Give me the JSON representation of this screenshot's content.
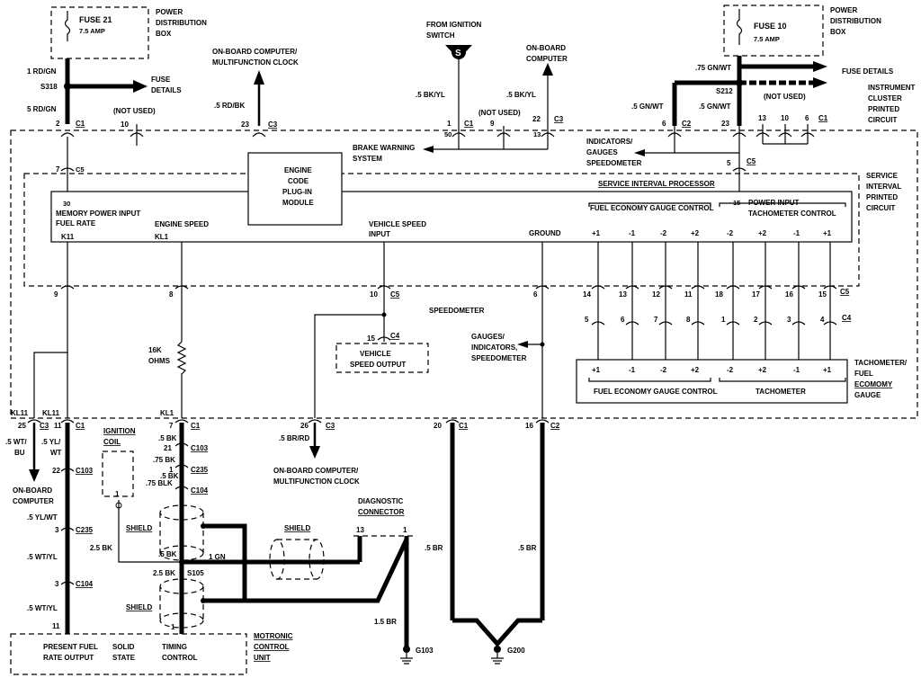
{
  "fuse21": {
    "label": "FUSE 21",
    "amp": "7.5 AMP"
  },
  "fuse10": {
    "label": "FUSE 10",
    "amp": "7.5 AMP"
  },
  "pdb_left": [
    "POWER",
    "DISTRIBUTION",
    "BOX"
  ],
  "pdb_right": [
    "POWER",
    "DISTRIBUTION",
    "BOX"
  ],
  "ignition": [
    "FROM IGNITION",
    "SWITCH"
  ],
  "ignition_symbol": "S",
  "obc_top_left": [
    "ON-BOARD COMPUTER/",
    "MULTIFUNCTION CLOCK"
  ],
  "obc_top_mid": [
    "ON-BOARD",
    "COMPUTER"
  ],
  "fuse_details": [
    "FUSE",
    "DETAILS"
  ],
  "fuse_details_right": "FUSE DETAILS",
  "wires": {
    "w1": "1 RD/GN",
    "s318": "S318",
    "w5": "5 RD/GN",
    "w_rdbk": ".5 RD/BK",
    "w_bkyl1": ".5 BK/YL",
    "w_bkyl2": ".5 BK/YL",
    "w_gnwt75": ".75 GN/WT",
    "s212": "S212",
    "w_gnwt5a": ".5 GN/WT",
    "w_gnwt5b": ".5 GN/WT",
    "w_brrd": ".5 BR/RD",
    "w_wtbu": ".5 WT/",
    "w_bu": "BU",
    "w_ylwt": ".5 YL/",
    "w_wt": "WT",
    "w_ylwt2": ".5 YL/WT",
    "w_25bk": "2.5 BK",
    "w_wtyl1": ".5 WT/YL",
    "w_wtyl2": ".5 WT/YL",
    "w_5bk1": ".5 BK",
    "w_75bk": ".75 BK",
    "w_5bk2": ".5 BK",
    "w_75blk": ".75 BLK",
    "w_5bk3": ".5 BK",
    "w_1gn": "1 GN",
    "w_25bk2": "2.5 BK",
    "s105": "S105",
    "w_15br": "1.5 BR",
    "w_5br1": ".5 BR",
    "w_5br2": ".5 BR"
  },
  "not_used": "(NOT USED)",
  "connectors": {
    "c1": "C1",
    "c2": "C2",
    "c3": "C3",
    "c4": "C4",
    "c5": "C5",
    "c103": "C103",
    "c104": "C104",
    "c235": "C235"
  },
  "pins": {
    "p2": "2",
    "p10": "10",
    "p23": "23",
    "p1": "1",
    "p9": "9",
    "p22": "22",
    "p50": "50",
    "p13": "13",
    "p6": "6",
    "p23b": "23",
    "p13b": "13",
    "p10b": "10",
    "p6b": "6",
    "p7": "7",
    "p5": "5",
    "p30": "30",
    "p15": "15",
    "p9b": "9",
    "p8": "8",
    "p10c": "10",
    "p6c": "6",
    "p14": "14",
    "p13c": "13",
    "p12": "12",
    "p11": "11",
    "p18": "18",
    "p17": "17",
    "p16": "16",
    "p15b": "15",
    "p5b": "5",
    "p6d": "6",
    "p7b": "7",
    "p8b": "8",
    "p1b": "1",
    "p2b": "2",
    "p3": "3",
    "p4": "4",
    "p15c": "15",
    "p25": "25",
    "p11b": "11",
    "p7c": "7",
    "p26": "26",
    "p20": "20",
    "p16b": "16",
    "p22b": "22",
    "p21": "21",
    "p1c": "1",
    "p3b": "3",
    "p3c": "3",
    "p11c": "11",
    "p1d": "1",
    "p13d": "13",
    "p1e": "1",
    "p1f": "1"
  },
  "brake": [
    "BRAKE WARNING",
    "SYSTEM"
  ],
  "indicators": [
    "INDICATORS/",
    "GAUGES",
    "SPEEDOMETER"
  ],
  "instrument_cluster": [
    "INSTRUMENT",
    "CLUSTER",
    "PRINTED",
    "CIRCUIT"
  ],
  "service_interval": [
    "SERVICE",
    "INTERVAL",
    "PRINTED",
    "CIRCUIT"
  ],
  "engine_code": [
    "ENGINE",
    "CODE",
    "PLUG-IN",
    "MODULE"
  ],
  "sip_title": "SERVICE INTERVAL PROCESSOR",
  "sip_inputs": {
    "mem": "MEMORY POWER INPUT",
    "fuel_rate": "FUEL RATE",
    "k11": "K11",
    "engine_speed": "ENGINE SPEED",
    "kl1": "KL1",
    "vss": [
      "VEHICLE SPEED",
      "INPUT"
    ],
    "ground": "GROUND",
    "fegc": "FUEL ECONOMY GAUGE CONTROL",
    "power_input": "POWER INPUT",
    "tach_control": "TACHOMETER CONTROL"
  },
  "sip_terms": [
    "+1",
    "-1",
    "-2",
    "+2",
    "-2",
    "+2",
    "-1",
    "+1"
  ],
  "speedometer": "SPEEDOMETER",
  "vso": [
    "VEHICLE",
    "SPEED OUTPUT"
  ],
  "gauges": [
    "GAUGES/",
    "INDICATORS,",
    "SPEEDOMETER"
  ],
  "tach_gauge_terms": [
    "+1",
    "-1",
    "-2",
    "+2",
    "-2",
    "+2",
    "-1",
    "+1"
  ],
  "tach_gauge_fegc": "FUEL ECONOMY GAUGE CONTROL",
  "tach_gauge_tach": "TACHOMETER",
  "tach_side": [
    "TACHOMETER/",
    "FUEL",
    "ECOMOMY",
    "GAUGE"
  ],
  "kl11a": "KL11",
  "kl11b": "KL11",
  "kl1": "KL1",
  "obc_bottom_left": [
    "ON-BOARD",
    "COMPUTER"
  ],
  "obc_bottom_mid": [
    "ON-BOARD COMPUTER/",
    "MULTIFUNCTION CLOCK"
  ],
  "ohms": [
    "16K",
    "OHMS"
  ],
  "ignition_coil": [
    "IGNITION",
    "COIL"
  ],
  "shield": "SHIELD",
  "diag": [
    "DIAGNOSTIC",
    "CONNECTOR"
  ],
  "g103": "G103",
  "g200": "G200",
  "motronic_items": [
    [
      "PRESENT FUEL",
      "RATE OUTPUT"
    ],
    [
      "SOLID",
      "STATE"
    ],
    [
      "TIMING",
      "CONTROL"
    ]
  ],
  "motronic": [
    "MOTRONIC",
    "CONTROL",
    "UNIT"
  ]
}
